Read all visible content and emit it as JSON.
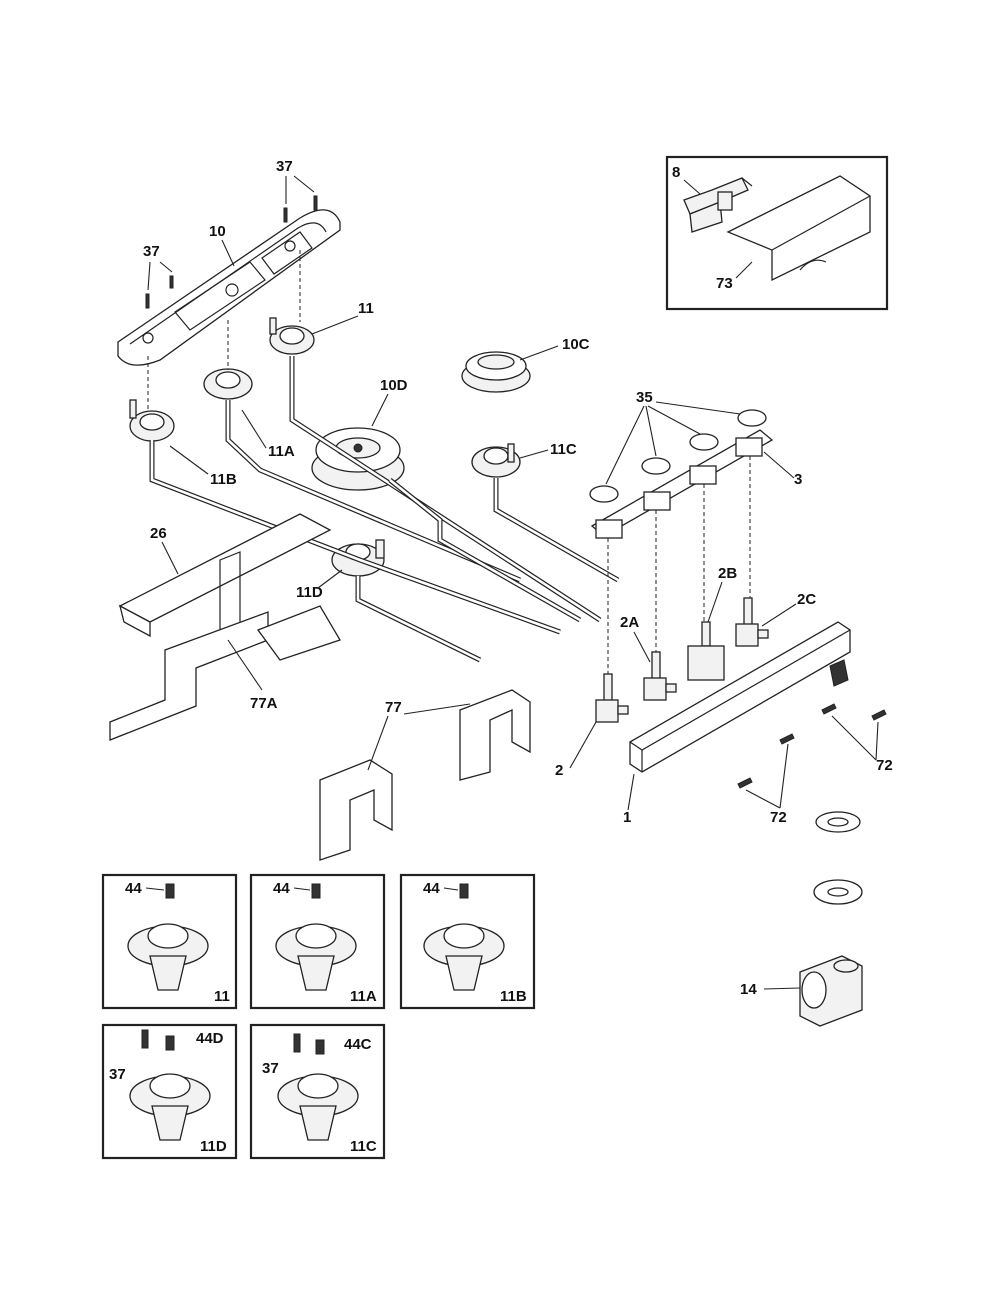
{
  "callouts": {
    "l37a": "37",
    "l10": "10",
    "l37b": "37",
    "l11": "11",
    "l10c": "10C",
    "l8": "8",
    "l73": "73",
    "l10d": "10D",
    "l11a": "11A",
    "l11b": "11B",
    "l11c": "11C",
    "l35": "35",
    "l3": "3",
    "l26": "26",
    "l11d": "11D",
    "l2b": "2B",
    "l2c": "2C",
    "l2a": "2A",
    "l77a": "77A",
    "l77": "77",
    "l2": "2",
    "l72a": "72",
    "l1": "1",
    "l72b": "72",
    "l14": "14"
  },
  "insets": [
    {
      "screw": "44",
      "tag": "11"
    },
    {
      "screw": "44",
      "tag": "11A"
    },
    {
      "screw": "44",
      "tag": "11B"
    },
    {
      "screw": "37",
      "screw2": "44D",
      "tag": "11D"
    },
    {
      "screw": "37",
      "screw2": "44C",
      "tag": "11C"
    }
  ]
}
